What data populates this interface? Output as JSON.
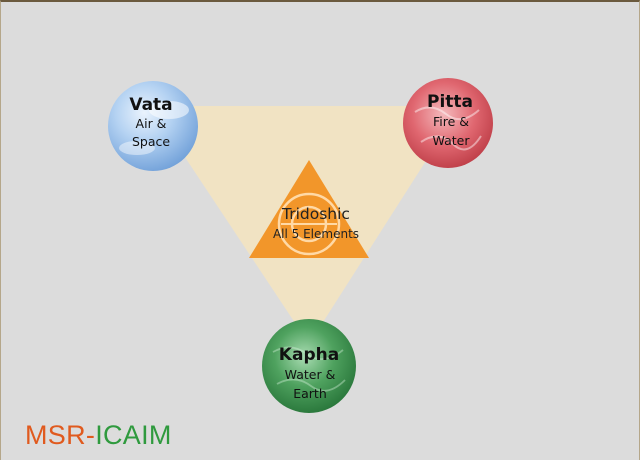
{
  "colors": {
    "background": "#dcdcdc",
    "triangle_fill": "#f1e3c3",
    "center_triangle": "#f2962a",
    "vata": "#8fb8e8",
    "pitta": "#d9575f",
    "kapha": "#3f8f4e",
    "brand_primary": "#e05a1e",
    "brand_secondary": "#2f9a3e"
  },
  "nodes": {
    "vata": {
      "title": "Vata",
      "line1": "Air &",
      "line2": "Space"
    },
    "pitta": {
      "title": "Pitta",
      "line1": "Fire &",
      "line2": "Water"
    },
    "kapha": {
      "title": "Kapha",
      "line1": "Water &",
      "line2": "Earth"
    }
  },
  "center": {
    "title": "Tridoshic",
    "subtitle": "All 5 Elements"
  },
  "brand": {
    "part1": "MSR-",
    "part2": "ICAIM"
  }
}
